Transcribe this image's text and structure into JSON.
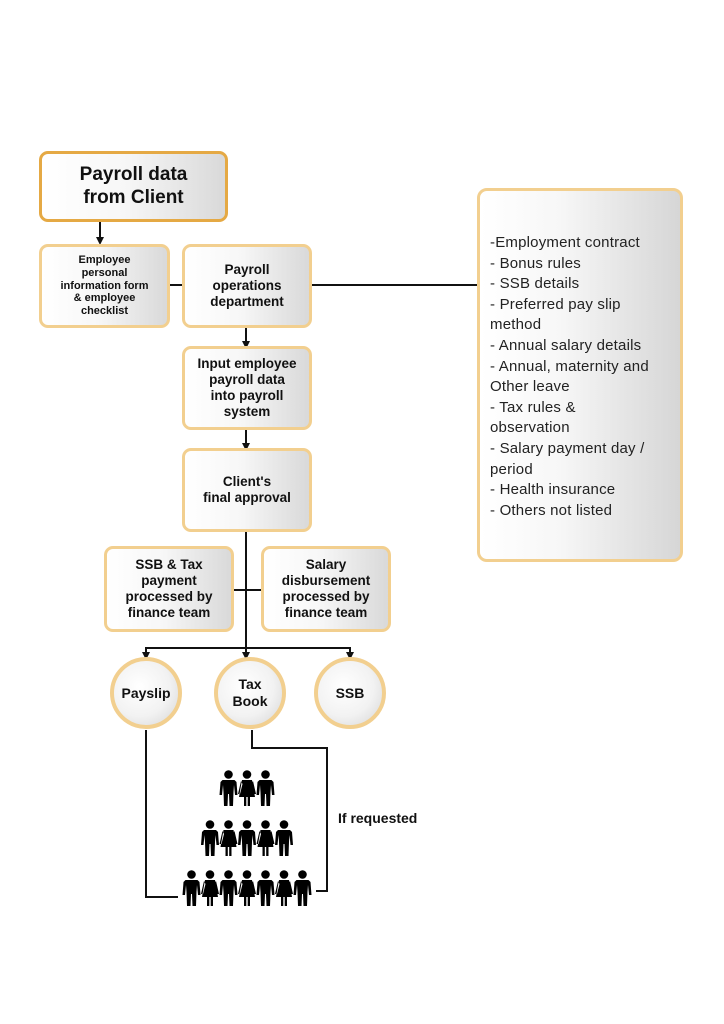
{
  "nodes": {
    "payroll_data": "Payroll data\nfrom Client",
    "employee_form": "Employee\npersonal\ninformation form\n& employee\nchecklist",
    "payroll_ops": "Payroll\noperations\ndepartment",
    "input_data": "Input employee\npayroll data\ninto payroll\nsystem",
    "client_approval": "Client's\nfinal approval",
    "ssb_tax": "SSB & Tax\npayment\nprocessed by\nfinance team",
    "salary_disb": "Salary\ndisbursement\nprocessed by\nfinance team"
  },
  "outputs": {
    "payslip": "Payslip",
    "tax_book": "Tax\nBook",
    "ssb": "SSB"
  },
  "requirements": [
    "-Employment contract",
    "- Bonus rules",
    "- SSB details",
    "- Preferred pay slip\n  method",
    "- Annual salary details",
    "- Annual, maternity and\n  Other leave",
    "- Tax rules &\n  observation",
    "- Salary payment day /\n  period",
    "- Health insurance",
    "- Others not listed"
  ],
  "note": "If requested",
  "people_rows": [
    3,
    5,
    7
  ],
  "colors": {
    "border_light": "#f2cf8f",
    "border_dark": "#e5a944",
    "line": "#111111",
    "people": "#000000"
  },
  "icons": [
    "people-pyramid-icon",
    "person-icon"
  ]
}
